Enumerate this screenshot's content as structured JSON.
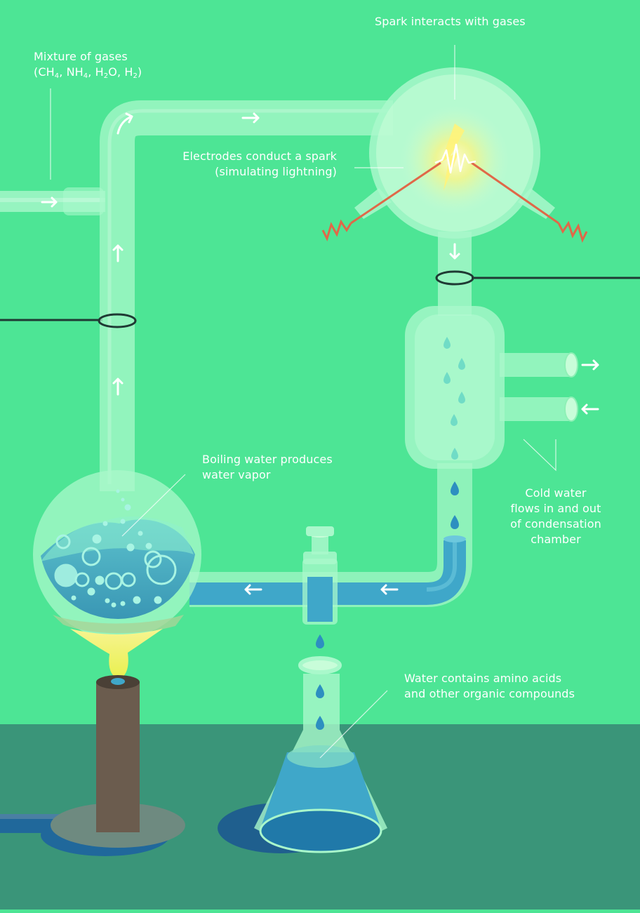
{
  "colors": {
    "background": "#4de595",
    "bench": "#3a9579",
    "glass": "#a9f8cb",
    "water": "#3fa7c9",
    "water_dark": "#2079a9",
    "burner": "#6b5c4e",
    "flame": "#f4f06f",
    "spark": "#fff79a",
    "electrode": "#e06848",
    "clamp": "#1f3a34",
    "label": "#ffffff"
  },
  "labels": {
    "gases": {
      "line1": "Mixture of gases",
      "line2": {
        "open": "(CH",
        "s1": "4",
        "t1": ", NH",
        "s2": "4",
        "t2": ", H",
        "s3": "2",
        "t3": "O, H",
        "s4": "2",
        "close": ")"
      }
    },
    "spark": "Spark interacts with gases",
    "electrodes": {
      "line1": "Electrodes conduct a spark",
      "line2": "(simulating lightning)"
    },
    "boiling": {
      "line1": "Boiling water produces",
      "line2": "water vapor"
    },
    "cold_water": {
      "line1": "Cold water",
      "line2": "flows in and out",
      "line3": "of condensation",
      "line4": "chamber"
    },
    "amino": {
      "line1": "Water contains amino acids",
      "line2": "and other organic compounds"
    }
  },
  "icons": {
    "flow_arrow": "arrow-icon",
    "droplet": "water-droplet-icon",
    "bubble": "bubble-icon",
    "spark": "spark-icon"
  }
}
